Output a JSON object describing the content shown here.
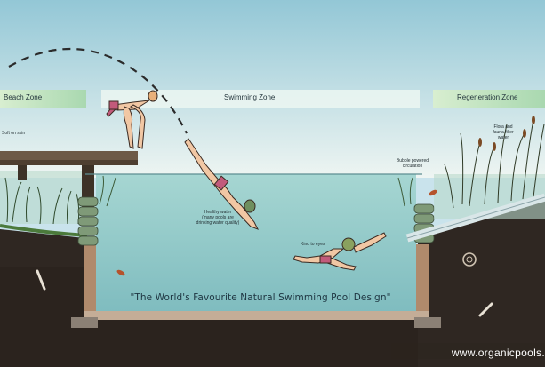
{
  "zones": {
    "beach": "Beach Zone",
    "swimming": "Swimming Zone",
    "regeneration": "Regeneration Zone"
  },
  "notes": {
    "soft_on_skin": "Soft on skin",
    "flora_fauna": [
      "Flora and",
      "fauna filter",
      "water"
    ],
    "bubble": [
      "Bubble powered",
      "circulation"
    ],
    "healthy_water": [
      "Healthy water",
      "(many pools are",
      "drinking water quality)"
    ],
    "kind_to_eyes": "Kind to eyes"
  },
  "caption": "\"The World's Favourite Natural Swimming Pool Design\"",
  "website": "www.organicpools.",
  "colors": {
    "sky": "#c9e3ec",
    "water": "#8ec6c6",
    "soil": "#2e2621",
    "zone_band": "#bfe0b8",
    "deck": "#5b4a3b"
  },
  "icons": [
    "diver-figure",
    "swimmer-figure",
    "reed-plants",
    "bone-icon",
    "shell-icon",
    "leaf-icon"
  ]
}
